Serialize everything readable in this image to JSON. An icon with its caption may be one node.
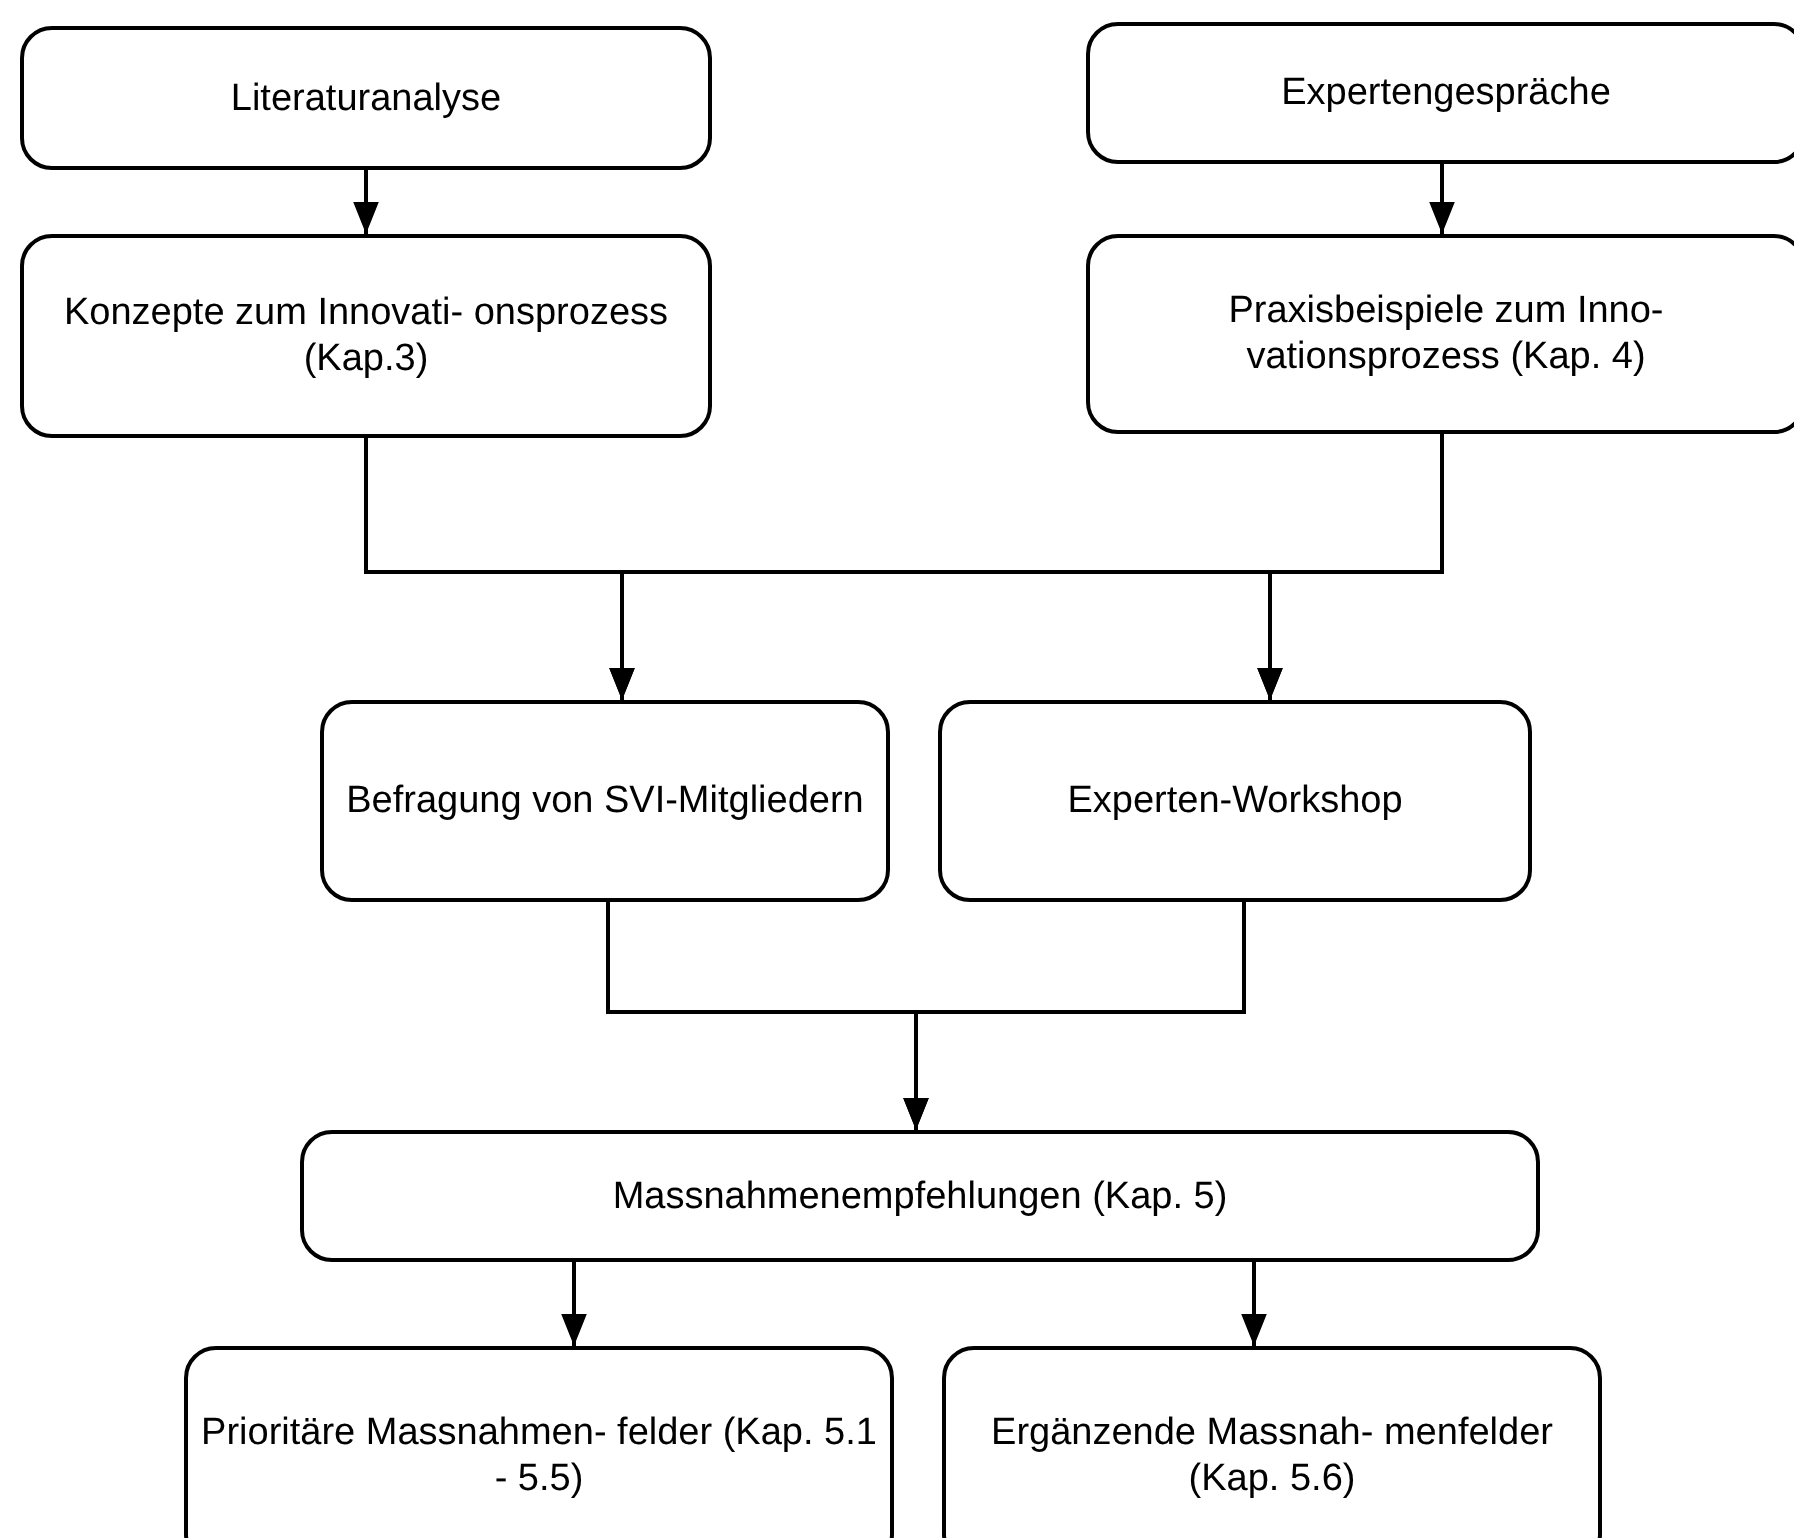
{
  "diagram": {
    "nodes": [
      {
        "text": [
          "Literaturanalyse"
        ]
      },
      {
        "text": [
          "Konzepte zum Innovati- onsprozess (Kap.3)"
        ]
      },
      {
        "text": [
          "Expertengespräche"
        ]
      },
      {
        "text": [
          "Praxisbeispiele zum Inno- vationsprozess (Kap. 4)"
        ]
      },
      {
        "text": [
          "Befragung von SVI-Mitgliedern"
        ]
      },
      {
        "text": [
          "Experten-Workshop"
        ]
      },
      {
        "text": [
          "Massnahmenempfehlungen (Kap. 5)"
        ]
      },
      {
        "text": [
          "Prioritäre Massnahmen- felder (Kap. 5.1 - 5.5)"
        ]
      },
      {
        "text": [
          "Ergänzende Massnah- menfelder (Kap. 5.6)"
        ]
      }
    ],
    "edges": [
      {
        "from": 0,
        "to": 1,
        "arrow": "to"
      },
      {
        "from": 2,
        "to": 3,
        "arrow": "to"
      },
      {
        "from": 1,
        "to": 4,
        "arrow": "to"
      },
      {
        "from": 1,
        "to": 5,
        "arrow": "to"
      },
      {
        "from": 3,
        "to": 4,
        "arrow": "to"
      },
      {
        "from": 3,
        "to": 5,
        "arrow": "to"
      },
      {
        "from": 4,
        "to": 6,
        "arrow": "to"
      },
      {
        "from": 5,
        "to": 6,
        "arrow": "to"
      },
      {
        "from": 6,
        "to": 7,
        "arrow": "to"
      },
      {
        "from": 6,
        "to": 8,
        "arrow": "to"
      }
    ]
  }
}
